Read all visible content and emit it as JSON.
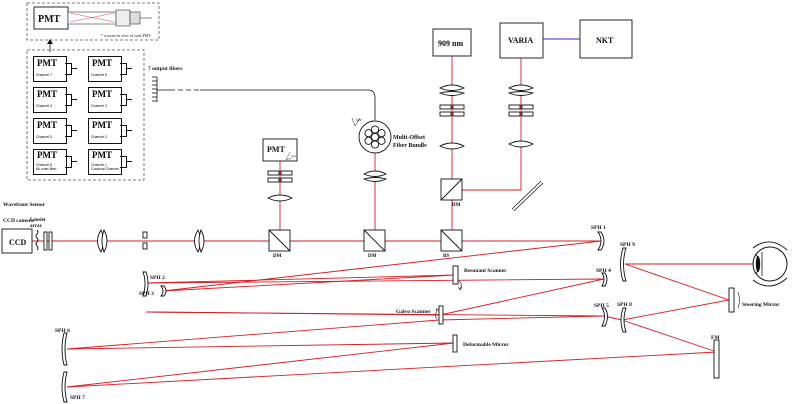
{
  "pmt_inset": {
    "pmt_label": "PMT",
    "note": "* a zoom-in view of each PMT"
  },
  "pmt_array": {
    "pmt_label": "PMT",
    "channels": [
      {
        "caption": "Channel 7"
      },
      {
        "caption": "Channel 6"
      },
      {
        "caption": "Channel 4"
      },
      {
        "caption": "Channel 3"
      },
      {
        "caption": "Channel 5"
      },
      {
        "caption": "Channel 2"
      },
      {
        "caption": "Channel 8\nAll outer fiber"
      },
      {
        "caption": "Channel 1\nConfocal Channel"
      }
    ]
  },
  "labels": {
    "output_fibers": "7 output fibers",
    "multi_offset_1": "Multi-Offset",
    "multi_offset_2": "Fiber Bundle",
    "wavefront_sensor": "Wavefront Sensor",
    "ccd_camera": "CCD camera",
    "lenslet_1": "Lenslet",
    "lenslet_2": "array",
    "ccd": "CCD",
    "pmt_detector": "PMT",
    "xyz": "xyz",
    "laser_909": "909 nm",
    "varia": "VARIA",
    "nkt": "NKT",
    "dm1": "DM",
    "dm2": "DM",
    "dm3": "DM",
    "bs": "BS",
    "sph1": "SPH 1",
    "sph2": "SPH 2",
    "sph3": "SPH 3",
    "sph4": "SPH 4",
    "sph5": "SPH 5",
    "sph6": "SPH 6",
    "sph7": "SPH 7",
    "sph8": "SPH 8",
    "sph9": "SPH 9",
    "resonant_scanner": "Resonant Scanner",
    "galvo_scanner": "Galvo Scanner",
    "deformable_mirror": "Deformable Mirror",
    "steering_mirror": "Steering Mirror",
    "fm": "FM"
  },
  "colors": {
    "beam": "#d21f26",
    "link": "#2b2bb0",
    "line": "#111111"
  }
}
